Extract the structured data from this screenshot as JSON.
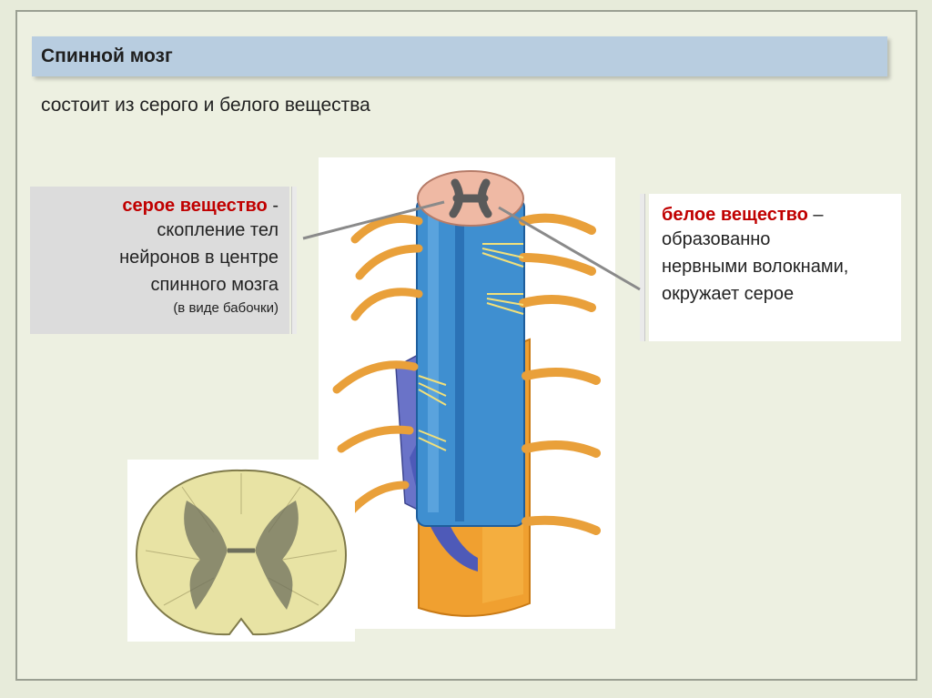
{
  "slide": {
    "title": "Спинной мозг",
    "subtitle": "состоит из серого и белого вещества"
  },
  "gray_matter": {
    "heading": "серое вещество",
    "dash": " -",
    "lines": [
      "скопление тел",
      "нейронов в центре",
      "спинного мозга"
    ],
    "note": "(в виде бабочки)"
  },
  "white_matter": {
    "heading": "белое вещество",
    "dash": " –",
    "lines": [
      "образованно",
      "нервными волокнами,",
      "окружает серое"
    ]
  },
  "colors": {
    "heading_red": "#c00000",
    "title_bar": "#b8cde0",
    "cord_blue": "#3f8fd0",
    "nerve_orange": "#f0a030",
    "section_yellow": "#e8e3a4"
  },
  "icons": {
    "main_picture": "spinal-cord-illustration",
    "small_picture": "spinal-cord-cross-section"
  }
}
